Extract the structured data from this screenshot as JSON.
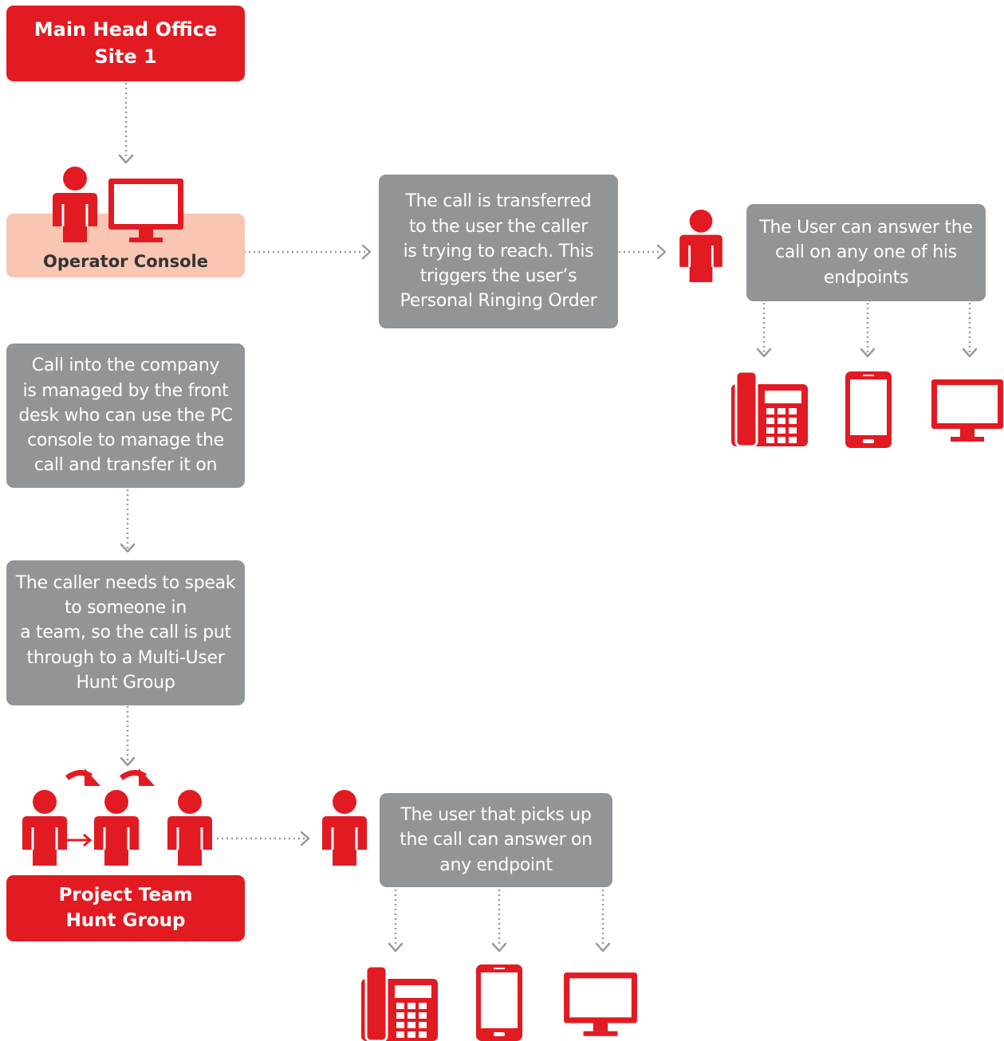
{
  "nodes": {
    "main_office": "Main Head Office\nSite 1",
    "operator_console": "Operator Console",
    "call_transferred": "The call is transferred\nto the user the caller\nis trying to reach. This\ntriggers the user’s\nPersonal Ringing Order",
    "user_answer": "The User can answer the\ncall on any one of his\nendpoints",
    "call_into_company": "Call into the company\nis managed by the front\ndesk who can use the PC\nconsole to manage the\ncall and transfer it on",
    "caller_needs": "The caller needs to speak\nto someone in\na team, so the call is put\nthrough to a Multi-User\nHunt Group",
    "project_team": "Project Team\nHunt Group",
    "user_picks_up": "The user that picks up\nthe call can answer on\nany endpoint"
  },
  "colors": {
    "brand_red": "#e21a22",
    "box_grey": "#929597",
    "console_peach": "#f9c6b3",
    "arrow_grey": "#9a9a9a"
  },
  "icons": [
    "person-icon",
    "monitor-icon",
    "desk-phone-icon",
    "mobile-phone-icon",
    "curved-arrow-icon"
  ]
}
